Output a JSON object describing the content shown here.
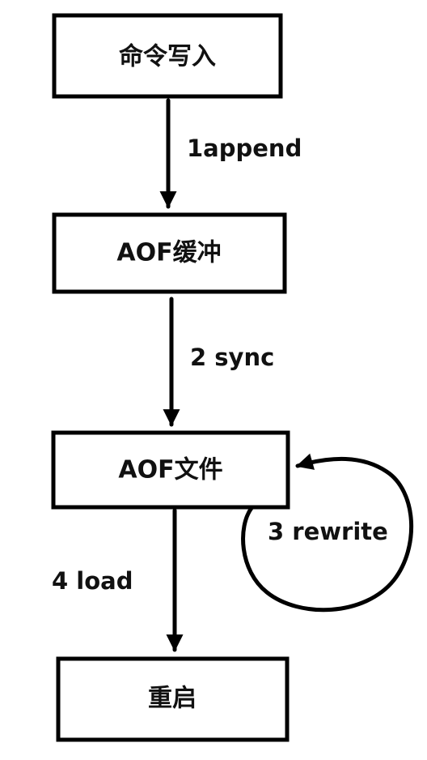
{
  "nodes": [
    {
      "label": "命令写入"
    },
    {
      "label": "AOF缓冲"
    },
    {
      "label": "AOF文件"
    },
    {
      "label": "重启"
    }
  ],
  "edges": [
    {
      "label": "1append",
      "from": "命令写入",
      "to": "AOF缓冲"
    },
    {
      "label": "2 sync",
      "from": "AOF缓冲",
      "to": "AOF文件"
    },
    {
      "label": "3 rewrite",
      "from": "AOF文件",
      "to": "AOF文件"
    },
    {
      "label": "4 load",
      "from": "AOF文件",
      "to": "重启"
    }
  ]
}
